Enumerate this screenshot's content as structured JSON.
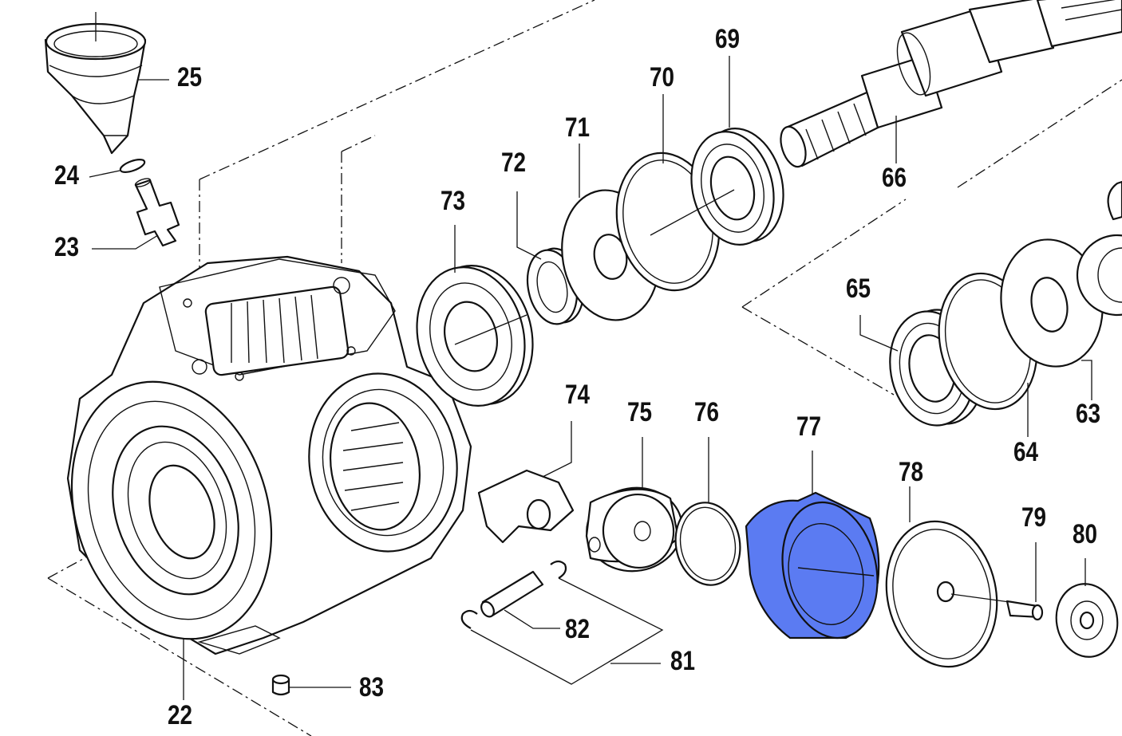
{
  "diagram": {
    "highlight_color": "#5b7bf2",
    "highlighted_part": "77",
    "callouts": {
      "c22": "22",
      "c23": "23",
      "c24": "24",
      "c25": "25",
      "c63": "63",
      "c64": "64",
      "c65": "65",
      "c66": "66",
      "c69": "69",
      "c70": "70",
      "c71": "71",
      "c72": "72",
      "c73": "73",
      "c74": "74",
      "c75": "75",
      "c76": "76",
      "c77": "77",
      "c78": "78",
      "c79": "79",
      "c80": "80",
      "c81": "81",
      "c82": "82",
      "c83": "83"
    }
  }
}
